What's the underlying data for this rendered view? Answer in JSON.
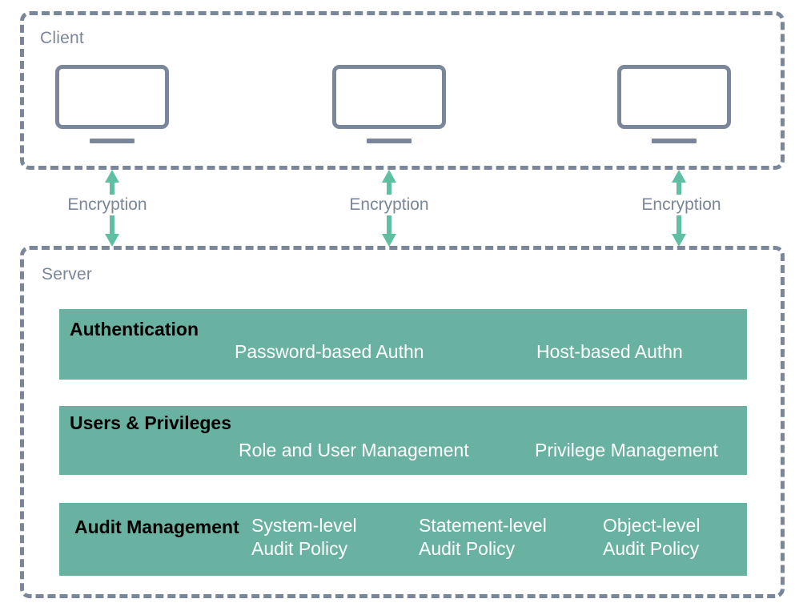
{
  "diagram": {
    "colors": {
      "outline": "#7a8699",
      "accent_teal": "#69b2a1",
      "arrow_green": "#5ebfa2",
      "title_text": "#000000",
      "item_text": "#ffffff",
      "background": "#ffffff"
    },
    "client": {
      "label": "Client",
      "devices": [
        {
          "name": "client-monitor-1"
        },
        {
          "name": "client-monitor-2"
        },
        {
          "name": "client-monitor-3"
        }
      ]
    },
    "connections": [
      {
        "label": "Encryption"
      },
      {
        "label": "Encryption"
      },
      {
        "label": "Encryption"
      }
    ],
    "server": {
      "label": "Server",
      "bars": [
        {
          "title": "Authentication",
          "items": [
            "Password-based Authn",
            "Host-based Authn"
          ]
        },
        {
          "title": "Users & Privileges",
          "items": [
            "Role and User Management",
            "Privilege Management"
          ]
        },
        {
          "title": "Audit Management",
          "items": [
            "System-level\nAudit Policy",
            "Statement-level\nAudit Policy",
            "Object-level\nAudit Policy"
          ]
        }
      ]
    }
  }
}
